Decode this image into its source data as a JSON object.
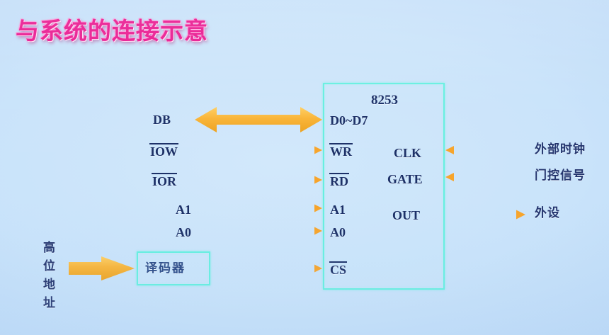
{
  "slide": {
    "title": "与系统的连接示意",
    "background_color": "#c9e3fa",
    "title_color": "#e8118c"
  },
  "chip": {
    "name": "8253",
    "border_color": "#66efe0",
    "left_pins": [
      {
        "label": "D0~D7",
        "overbar": false
      },
      {
        "label": "WR",
        "overbar": true
      },
      {
        "label": "RD",
        "overbar": true
      },
      {
        "label": "A1",
        "overbar": false
      },
      {
        "label": "A0",
        "overbar": false
      },
      {
        "label": "CS",
        "overbar": true
      }
    ],
    "right_pins": [
      {
        "label": "CLK"
      },
      {
        "label": "GATE"
      },
      {
        "label": "OUT"
      }
    ]
  },
  "bus_labels": [
    {
      "label": "DB",
      "overbar": false
    },
    {
      "label": "IOW",
      "overbar": true
    },
    {
      "label": "IOR",
      "overbar": true
    },
    {
      "label": "A1",
      "overbar": false
    },
    {
      "label": "A0",
      "overbar": false
    }
  ],
  "decoder": {
    "label": "译码器",
    "source_label": "高位地址",
    "border_color": "#66efe0"
  },
  "peripherals": [
    {
      "label": "外部时钟",
      "pin": "CLK",
      "direction": "in"
    },
    {
      "label": "门控信号",
      "pin": "GATE",
      "direction": "in"
    },
    {
      "label": "外设",
      "pin": "OUT",
      "direction": "out"
    }
  ],
  "arrows": {
    "data_bus_color": "#f7b13c",
    "signal_line_color": "#f0cdb4",
    "arrowhead_color": "#f7a42a"
  }
}
